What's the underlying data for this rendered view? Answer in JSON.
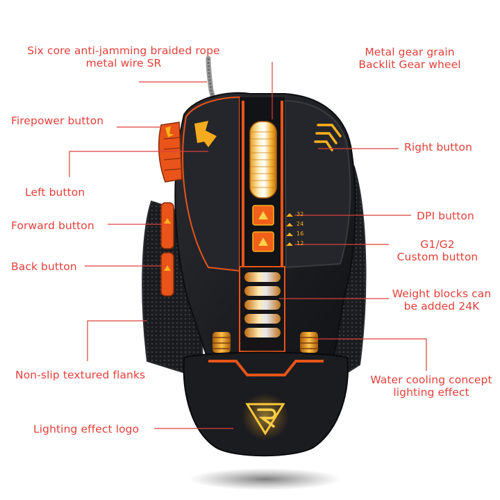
{
  "labels": {
    "braided_wire": [
      "Six core anti-jamming braided rope",
      "metal wire SR"
    ],
    "gear_wheel": [
      "Metal gear grain",
      "Backlit Gear wheel"
    ],
    "firepower": "Firepower button",
    "right_button": "Right button",
    "left_button": "Left button",
    "dpi_button": "DPI button",
    "forward_button": "Forward button",
    "custom_button": [
      "G1/G2",
      "Custom button"
    ],
    "back_button": "Back button",
    "weight_blocks": [
      "Weight blocks can",
      "be added 24K"
    ],
    "flanks": "Non-slip textured flanks",
    "water_cooling": [
      "Water cooling concept",
      "lighting effect"
    ],
    "logo": "Lighting effect logo"
  },
  "dpi_levels": [
    "32",
    "24",
    "16",
    "12"
  ],
  "colors": {
    "label": "#e4403a",
    "leader": "#d9413a",
    "body": "#1d1e22",
    "accent_orange": "#f06018",
    "glow_yellow": "#ffb21c"
  }
}
